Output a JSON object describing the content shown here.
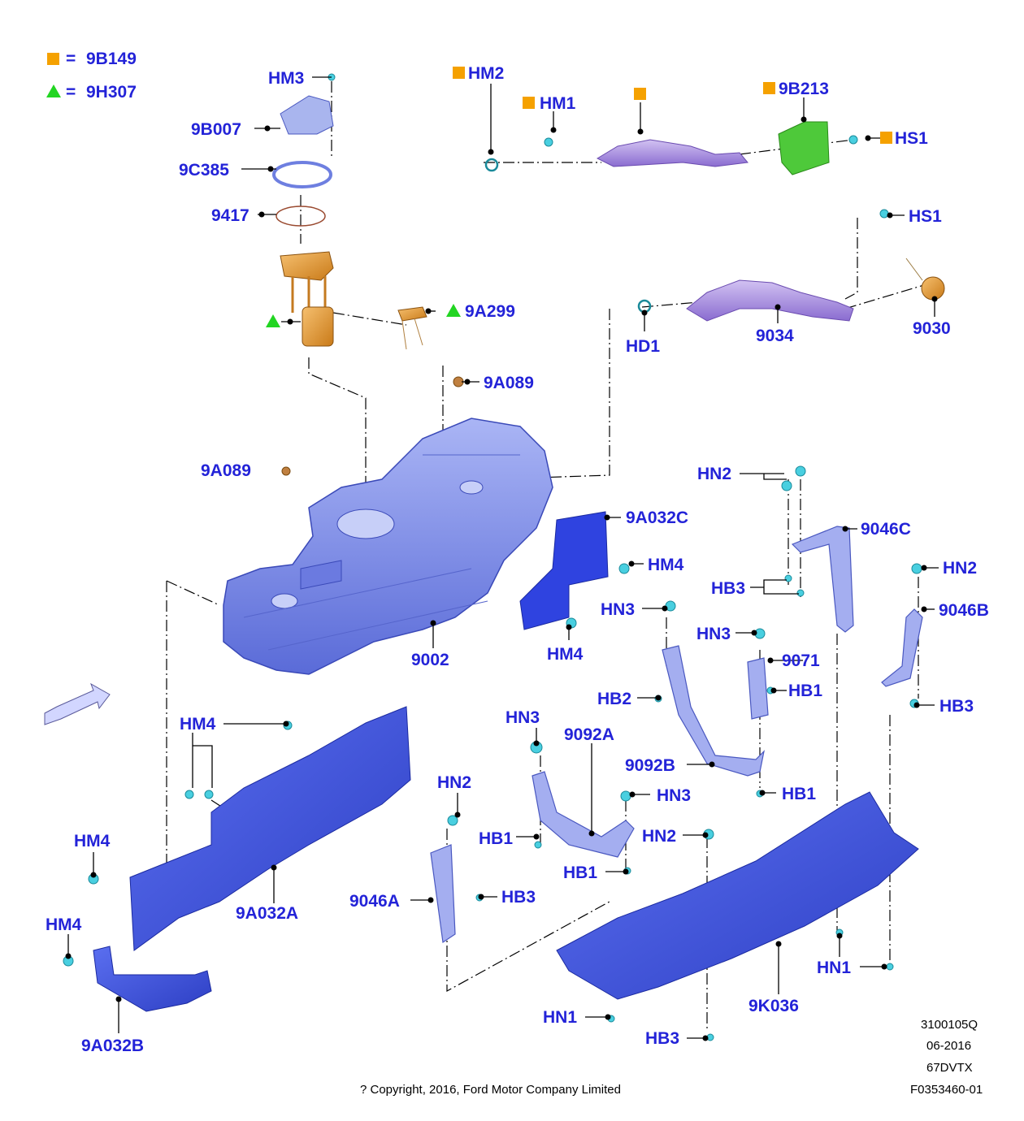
{
  "colors": {
    "label": "#2323d8",
    "leader": "#000000",
    "legend_square": "#f5a100",
    "legend_triangle": "#22d522",
    "tank": "#7f8fe8",
    "shield": "#3a4fd6",
    "fuel_pump": "#e89a2c",
    "filler_pipe": "#a98de0",
    "bracket": "#9aa6e8",
    "fastener": "#49cfe0",
    "green_part": "#4ec93a"
  },
  "legend": [
    {
      "marker": "square",
      "code": "9B149"
    },
    {
      "marker": "triangle",
      "code": "9H307"
    }
  ],
  "legend_equals": "=",
  "labels": {
    "hm3": "HM3",
    "9b007": "9B007",
    "9c385": "9C385",
    "9417": "9417",
    "9a299": "9A299",
    "9a089_top": "9A089",
    "9a089_mid": "9A089",
    "hm2": "HM2",
    "hm1": "HM1",
    "9b213": "9B213",
    "hs1_top": "HS1",
    "hs1_mid": "HS1",
    "hd1": "HD1",
    "9034": "9034",
    "9030": "9030",
    "9002": "9002",
    "9a032c": "9A032C",
    "hm4_right_1": "HM4",
    "hm4_right_2": "HM4",
    "hn2_a": "HN2",
    "9046c": "9046C",
    "hb3_a": "HB3",
    "hn2_b": "HN2",
    "9046b": "9046B",
    "hb3_b": "HB3",
    "hn3_a": "HN3",
    "hn3_b": "HN3",
    "9071": "9071",
    "hb1_a": "HB1",
    "hb2": "HB2",
    "hm4_left_1": "HM4",
    "hm4_left_2": "HM4",
    "hm4_left_3": "HM4",
    "hn3_c": "HN3",
    "9092a": "9092A",
    "9092b": "9092B",
    "hb1_b": "HB1",
    "hn3_d": "HN3",
    "hn2_c": "HN2",
    "hb1_c": "HB1",
    "hn2_d": "HN2",
    "hb1_d": "HB1",
    "9a032a": "9A032A",
    "9046a": "9046A",
    "hb3_c": "HB3",
    "hn1_a": "HN1",
    "9k036": "9K036",
    "hn1_b": "HN1",
    "hb3_d": "HB3",
    "9a032b": "9A032B"
  },
  "footer": {
    "ref1": "3100105Q",
    "date": "06-2016",
    "model": "67DVTX",
    "figure": "F0353460-01",
    "copyright": "? Copyright, 2016, Ford Motor Company Limited"
  }
}
